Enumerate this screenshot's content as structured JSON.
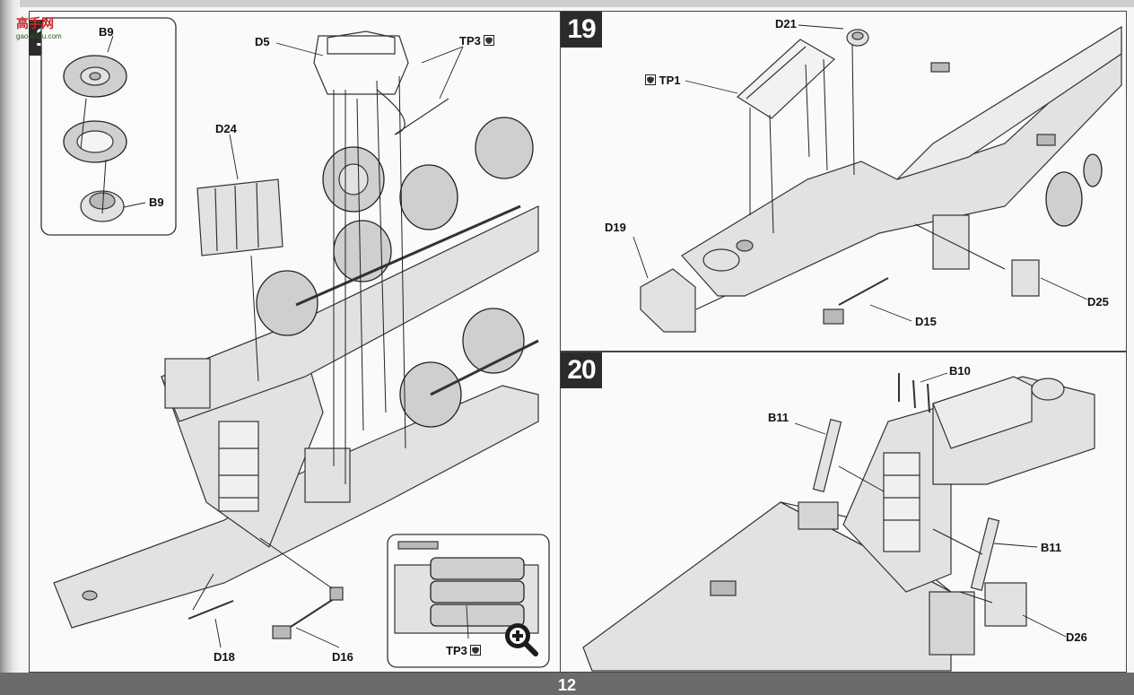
{
  "page": {
    "number": "12"
  },
  "watermark": {
    "text": "高手网",
    "url": "gao-shou.com"
  },
  "steps": [
    {
      "number": "18",
      "parts": {
        "b9_top": "B9",
        "b9_bottom": "B9",
        "d5": "D5",
        "tp3": "TP3",
        "d24": "D24",
        "d18": "D18",
        "d16": "D16",
        "tp3_detail": "TP3"
      }
    },
    {
      "number": "19",
      "parts": {
        "d21": "D21",
        "tp1": "TP1",
        "d19": "D19",
        "d15": "D15",
        "d25": "D25"
      }
    },
    {
      "number": "20",
      "parts": {
        "b10": "B10",
        "b11_left": "B11",
        "b11_right": "B11",
        "d26": "D26"
      }
    }
  ],
  "icons": {
    "zoom": "magnify-plus-icon",
    "clear_part": "clear-part-icon"
  },
  "colors": {
    "badge": "#2b2b2b",
    "bar": "#6b6b6b",
    "paper": "#fafafa"
  }
}
